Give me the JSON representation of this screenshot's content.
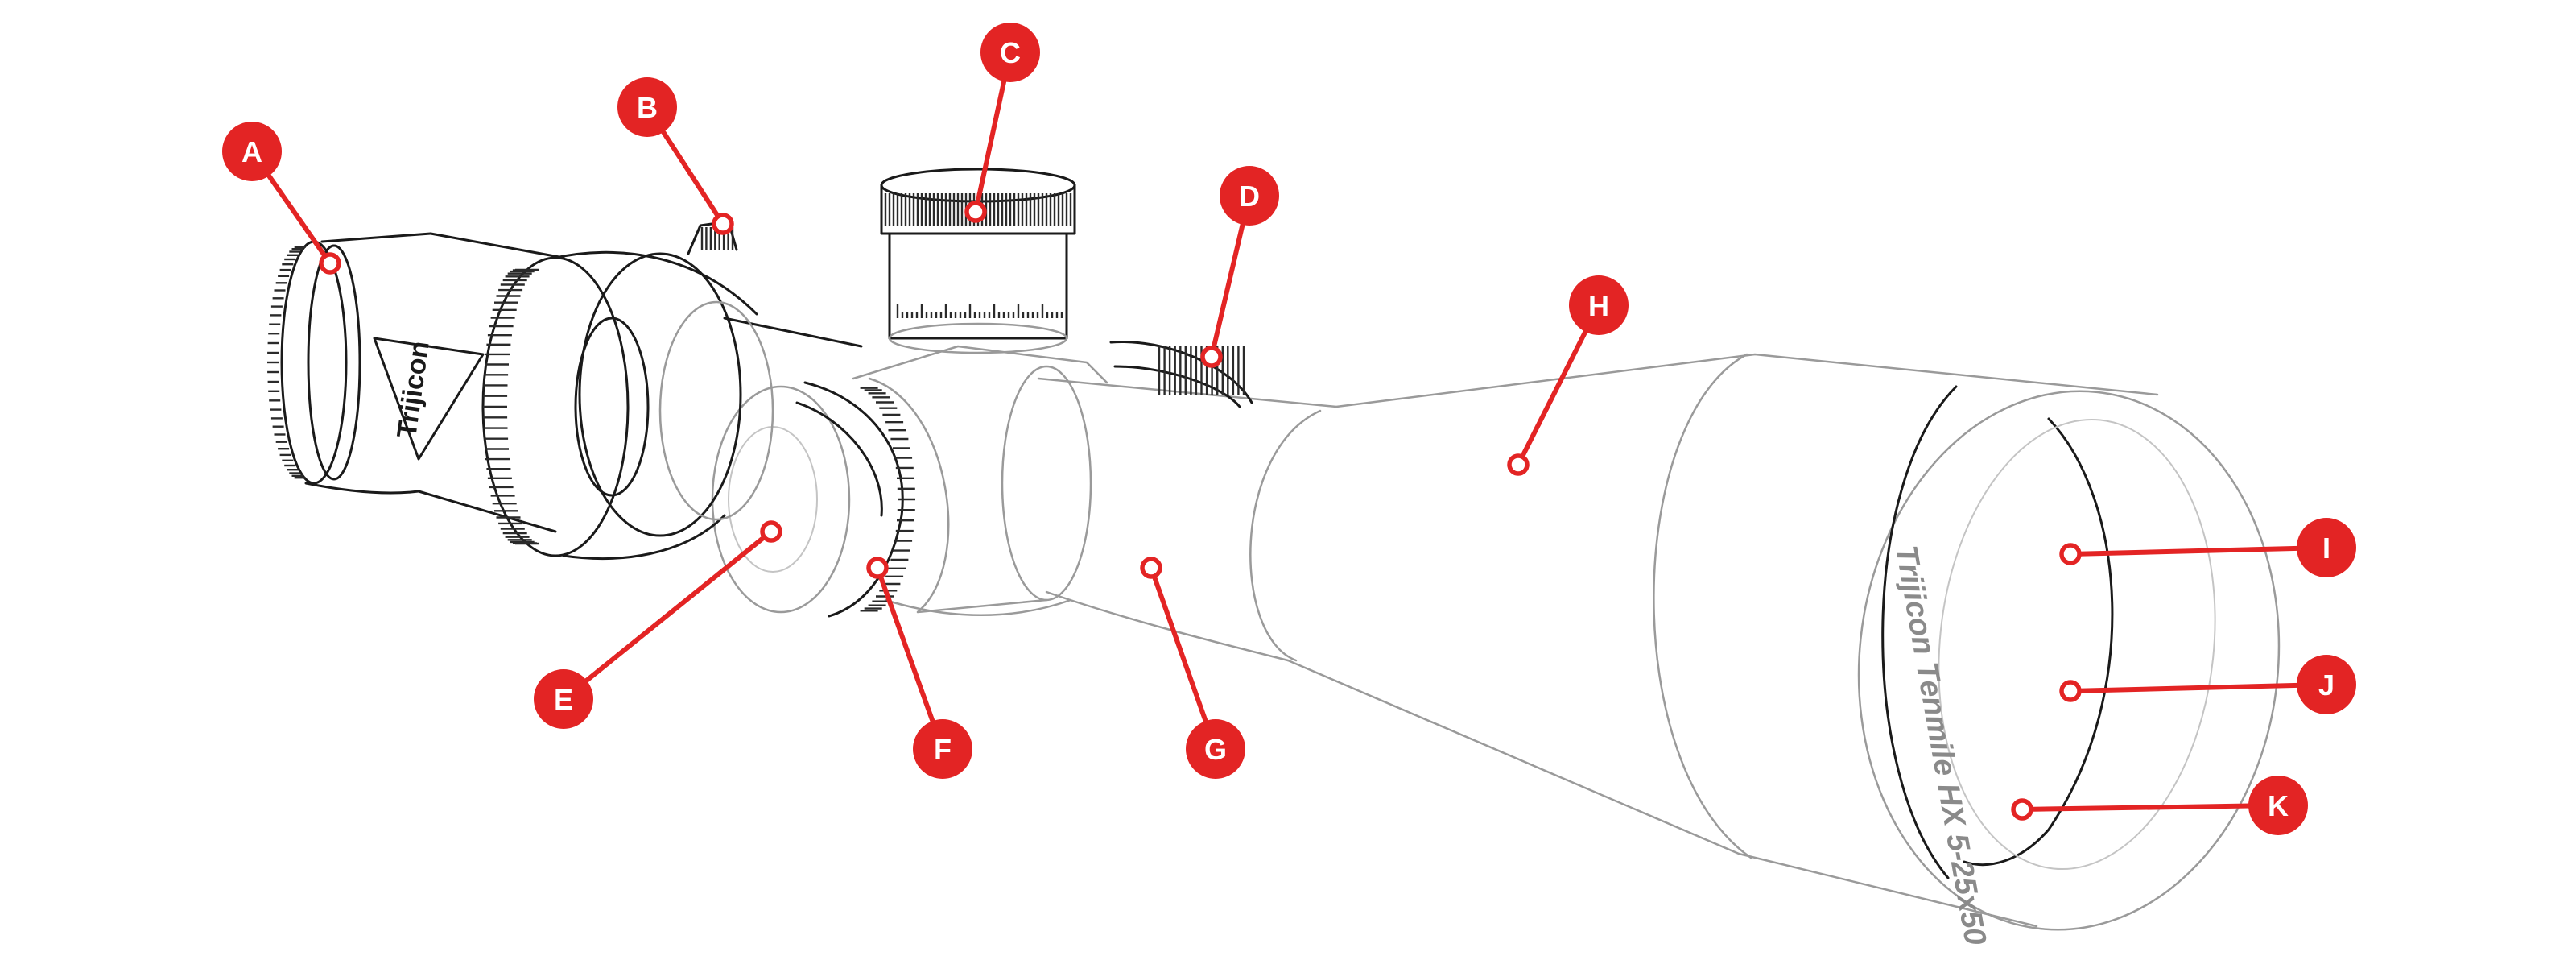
{
  "diagram": {
    "subject": "riflescope",
    "accent_color": "#e32424",
    "brand_mark": "Trijicon",
    "engraving": "Trijicon Tenmile HX 5-25x50",
    "callouts": [
      {
        "id": "A",
        "label": "A"
      },
      {
        "id": "B",
        "label": "B"
      },
      {
        "id": "C",
        "label": "C"
      },
      {
        "id": "D",
        "label": "D"
      },
      {
        "id": "E",
        "label": "E"
      },
      {
        "id": "F",
        "label": "F"
      },
      {
        "id": "G",
        "label": "G"
      },
      {
        "id": "H",
        "label": "H"
      },
      {
        "id": "I",
        "label": "I"
      },
      {
        "id": "J",
        "label": "J"
      },
      {
        "id": "K",
        "label": "K"
      }
    ]
  }
}
